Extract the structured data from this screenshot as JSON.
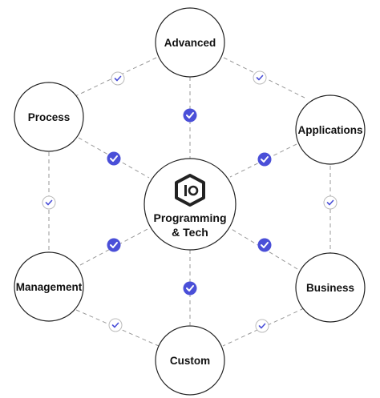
{
  "diagram": {
    "center": {
      "line1": "Programming",
      "line2": "& Tech",
      "logo": "hexagon-logo-icon"
    },
    "nodes": [
      {
        "id": "advanced",
        "label": "Advanced"
      },
      {
        "id": "process",
        "label": "Process"
      },
      {
        "id": "applications",
        "label": "Applications"
      },
      {
        "id": "management",
        "label": "Management"
      },
      {
        "id": "business",
        "label": "Business"
      },
      {
        "id": "custom",
        "label": "Custom"
      }
    ],
    "colors": {
      "accent": "#4a4fd8",
      "connector": "#999999",
      "node_border": "#222222",
      "outer_check": "#4a4fd8"
    },
    "icons": {
      "inner_badge": "check-circle-filled-icon",
      "outer_badge": "check-circle-outline-icon"
    }
  }
}
